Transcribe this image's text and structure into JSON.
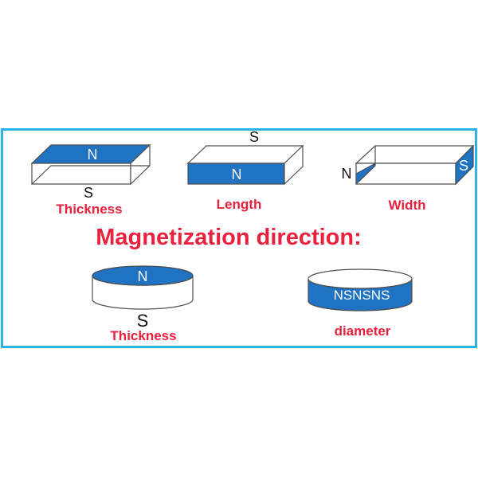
{
  "heading": "Magnetization direction:",
  "colors": {
    "magnet_blue": "#1f73c2",
    "frame_border": "#2cb3e6",
    "label_red": "#e8213d",
    "outline": "#4d4d4d"
  },
  "items": [
    {
      "caption": "Thickness",
      "pole_primary": "N",
      "pole_secondary": "S"
    },
    {
      "caption": "Length",
      "pole_primary": "N",
      "pole_secondary": "S"
    },
    {
      "caption": "Width",
      "pole_primary": "N",
      "pole_secondary": "S"
    },
    {
      "caption": "Thickness",
      "pole_primary": "N",
      "pole_secondary": "S"
    },
    {
      "caption": "diameter",
      "pole_primary": "NSNSNS"
    }
  ]
}
